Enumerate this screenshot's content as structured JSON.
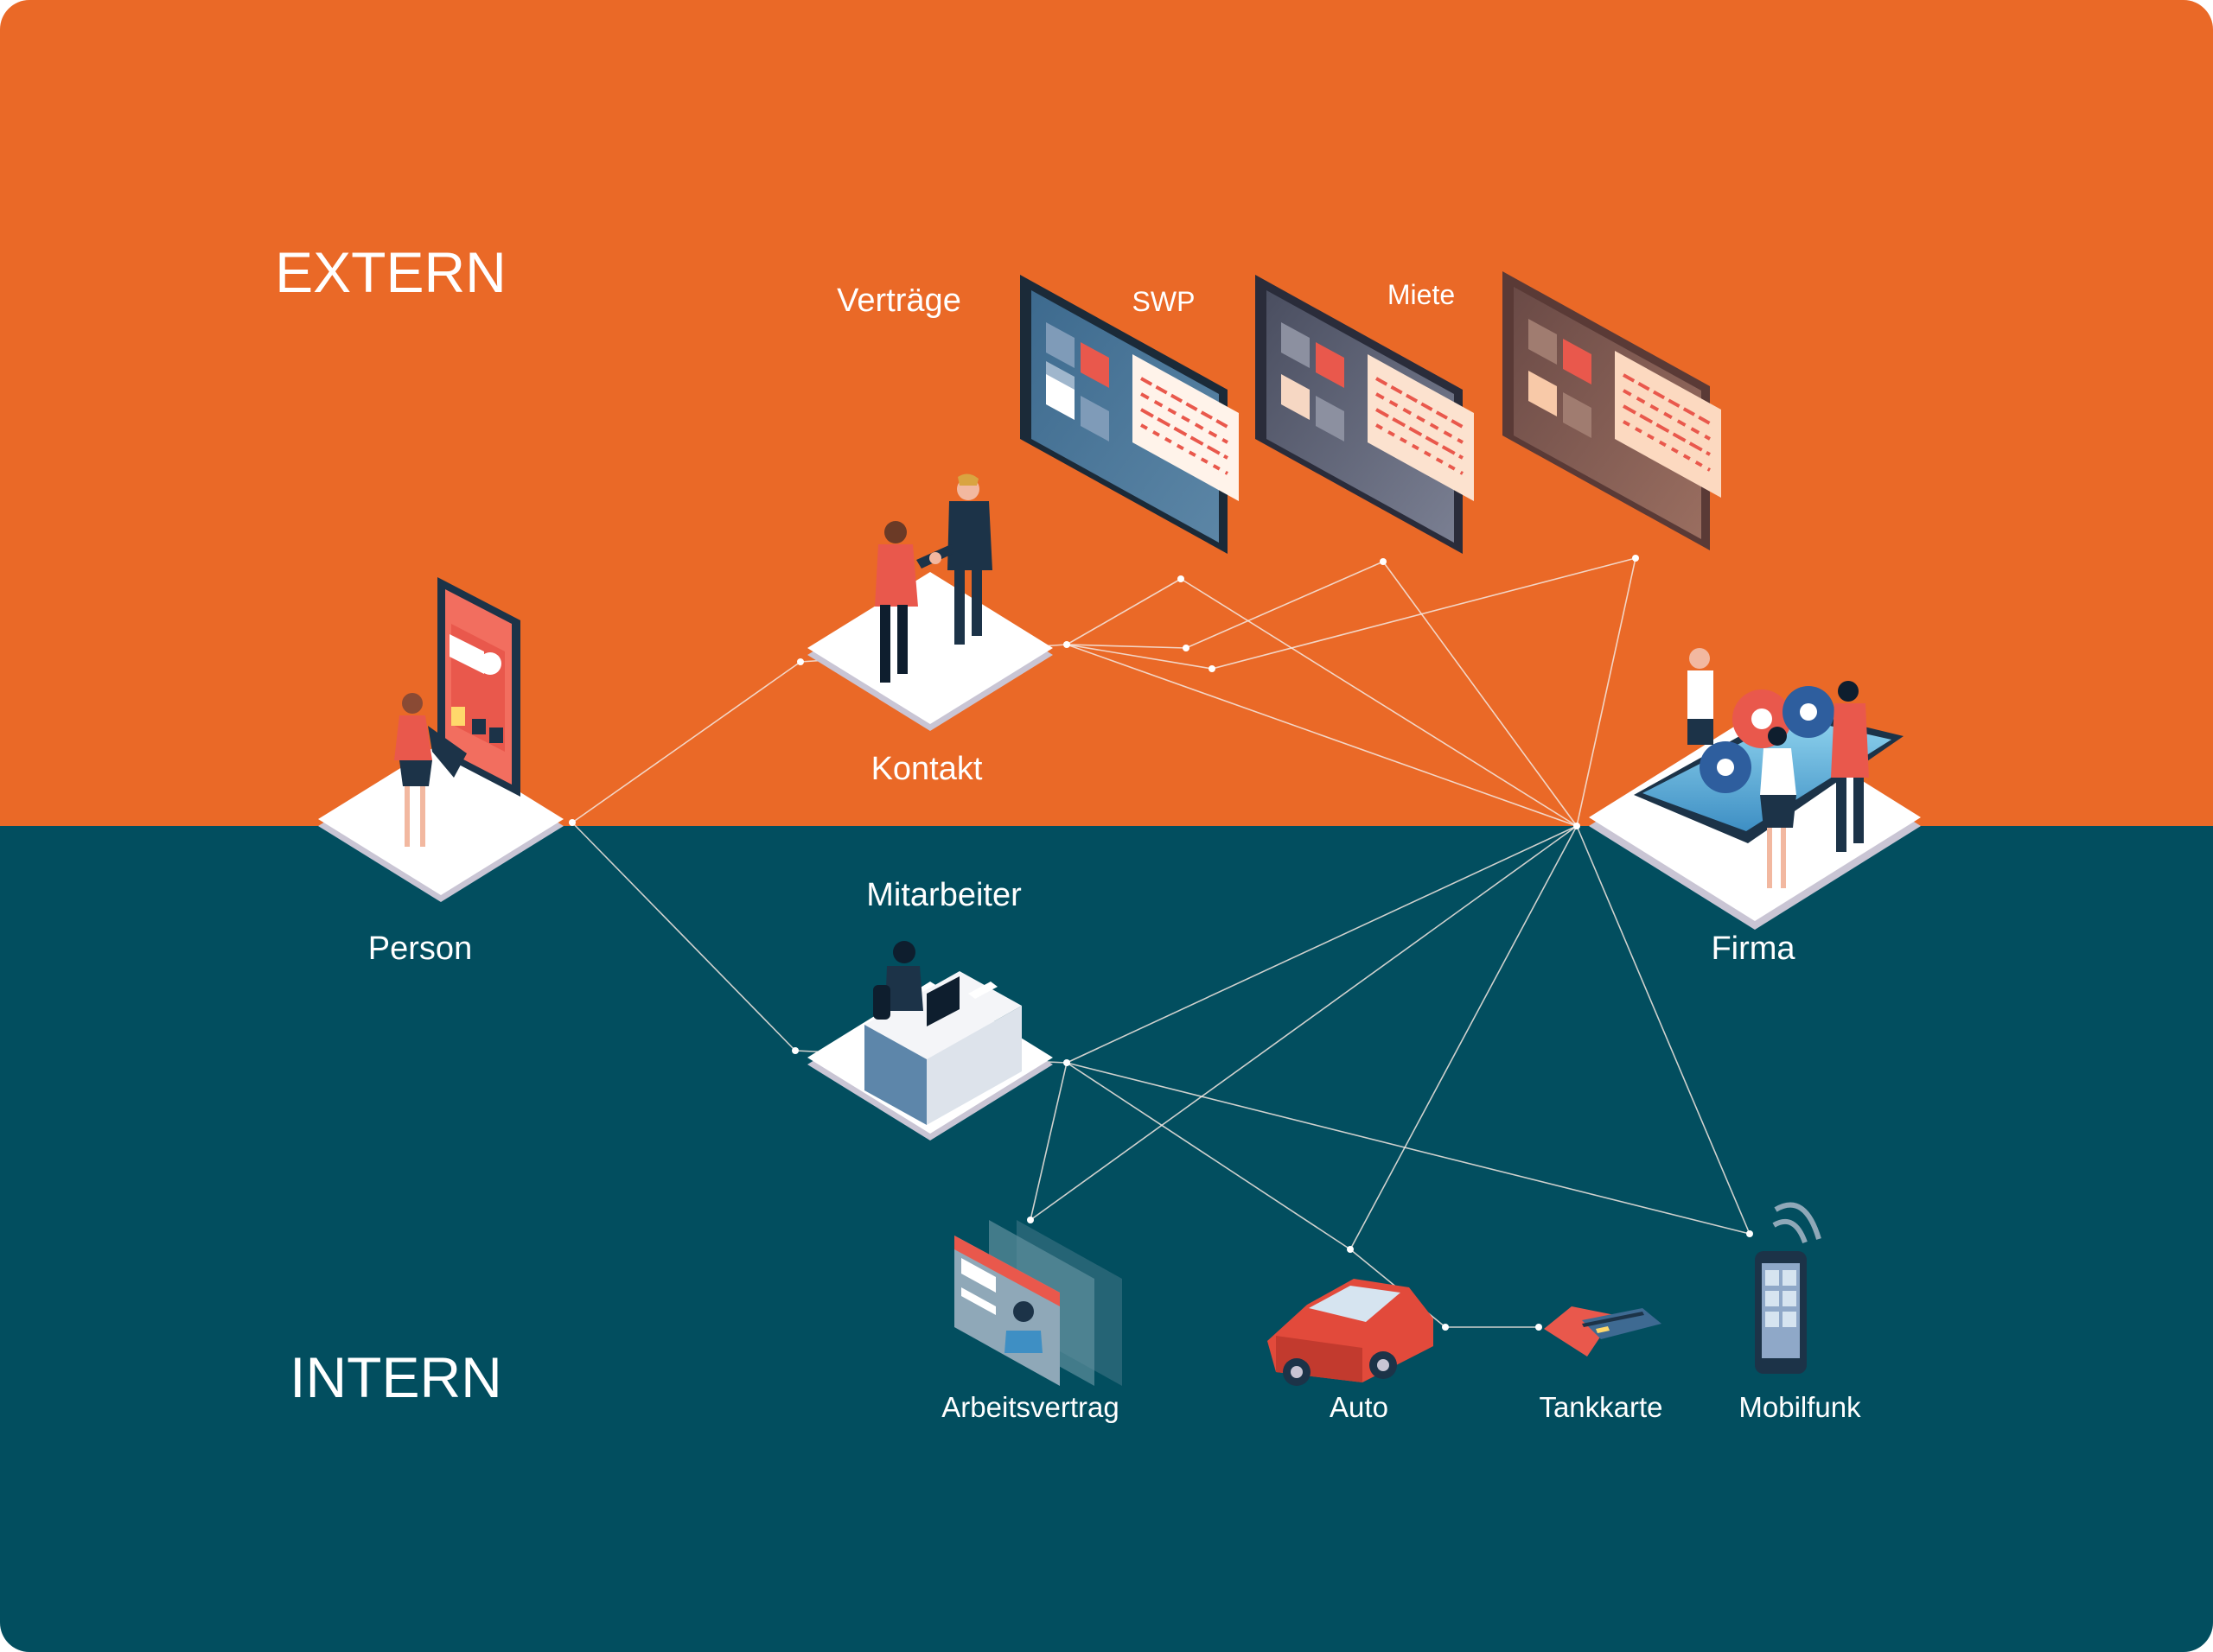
{
  "colors": {
    "extern_bg": "#EA6927",
    "intern_bg": "#024E5F",
    "label": "#FFFFFF",
    "link": "#F4E9E2",
    "platform_top": "#FFFFFF",
    "platform_side": "#C9C5D4",
    "accent_red": "#E9584C",
    "accent_navy": "#1C3348"
  },
  "zones": {
    "extern": "EXTERN",
    "intern": "INTERN"
  },
  "entities": {
    "person": {
      "label": "Person",
      "icon": "person-with-phone-icon"
    },
    "kontakt": {
      "label": "Kontakt",
      "icon": "handshake-icon"
    },
    "mitarbeiter": {
      "label": "Mitarbeiter",
      "icon": "employee-desk-icon"
    },
    "firma": {
      "label": "Firma",
      "icon": "company-gears-icon"
    },
    "vertraege": {
      "label": "Verträge"
    },
    "swp": {
      "label": "SWP",
      "icon": "contract-screen-icon"
    },
    "miete": {
      "label": "Miete",
      "icon": "contract-screen-icon"
    },
    "third_contract": {
      "icon": "contract-screen-icon"
    },
    "arbeitsvertrag": {
      "label": "Arbeitsvertrag",
      "icon": "id-documents-icon"
    },
    "auto": {
      "label": "Auto",
      "icon": "car-icon"
    },
    "tankkarte": {
      "label": "Tankkarte",
      "icon": "fuel-card-icon"
    },
    "mobilfunk": {
      "label": "Mobilfunk",
      "icon": "smartphone-signal-icon"
    }
  },
  "links": [
    [
      "person",
      "kontakt"
    ],
    [
      "person",
      "mitarbeiter"
    ],
    [
      "kontakt",
      "swp"
    ],
    [
      "kontakt",
      "miete"
    ],
    [
      "kontakt",
      "third_contract"
    ],
    [
      "kontakt",
      "firma"
    ],
    [
      "firma",
      "swp"
    ],
    [
      "firma",
      "miete"
    ],
    [
      "firma",
      "third_contract"
    ],
    [
      "firma",
      "mitarbeiter"
    ],
    [
      "firma",
      "arbeitsvertrag"
    ],
    [
      "firma",
      "auto"
    ],
    [
      "firma",
      "mobilfunk"
    ],
    [
      "mitarbeiter",
      "arbeitsvertrag"
    ],
    [
      "mitarbeiter",
      "auto"
    ],
    [
      "mitarbeiter",
      "mobilfunk"
    ],
    [
      "auto",
      "tankkarte"
    ]
  ]
}
